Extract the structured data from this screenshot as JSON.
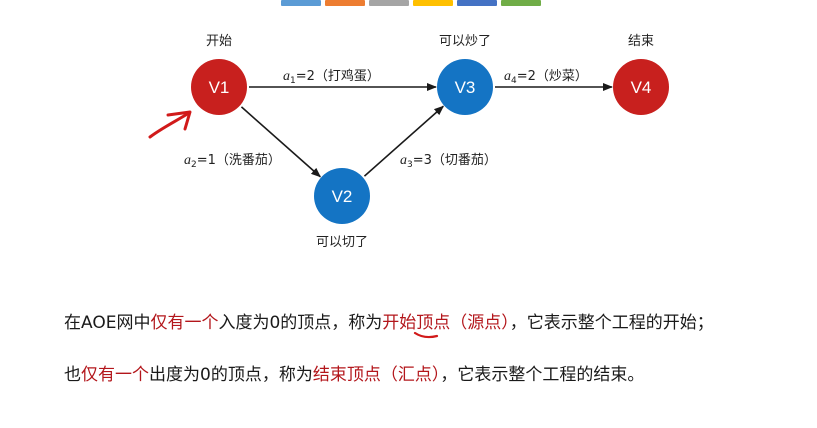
{
  "colors": {
    "node_red": "#c8201e",
    "node_blue": "#1474c4",
    "edge": "#1a1a1a",
    "highlight": "#b3161b",
    "annotation": "#d11a1a",
    "strip": [
      "#5b9bd5",
      "#ed7d31",
      "#a5a5a5",
      "#ffc000",
      "#4472c4",
      "#70ad47"
    ]
  },
  "nodes": [
    {
      "id": "V1",
      "label": "V1",
      "caption": "开始",
      "color": "red"
    },
    {
      "id": "V2",
      "label": "V2",
      "caption": "可以切了",
      "color": "blue"
    },
    {
      "id": "V3",
      "label": "V3",
      "caption": "可以炒了",
      "color": "blue"
    },
    {
      "id": "V4",
      "label": "V4",
      "caption": "结束",
      "color": "red"
    }
  ],
  "edges": [
    {
      "from": "V1",
      "to": "V3",
      "var": "a",
      "sub": "1",
      "eq": "=2",
      "note": "（打鸡蛋）"
    },
    {
      "from": "V1",
      "to": "V2",
      "var": "a",
      "sub": "2",
      "eq": "=1",
      "note": "（洗番茄）"
    },
    {
      "from": "V2",
      "to": "V3",
      "var": "a",
      "sub": "3",
      "eq": "=3",
      "note": "（切番茄）"
    },
    {
      "from": "V3",
      "to": "V4",
      "var": "a",
      "sub": "4",
      "eq": "=2",
      "note": "（炒菜）"
    }
  ],
  "paragraphs": {
    "p1": {
      "s1": "在AOE网中",
      "s2": "仅有一个",
      "s3": "入度为0的顶点，称为",
      "s4": "开始顶点（源点）",
      "s5": "，它表示整个工程的开始；"
    },
    "p2": {
      "s1": "也",
      "s2": "仅有一个",
      "s3": "出度为0的顶点，称为",
      "s4": "结束顶点（汇点）",
      "s5": "，它表示整个工程的结束。"
    }
  }
}
